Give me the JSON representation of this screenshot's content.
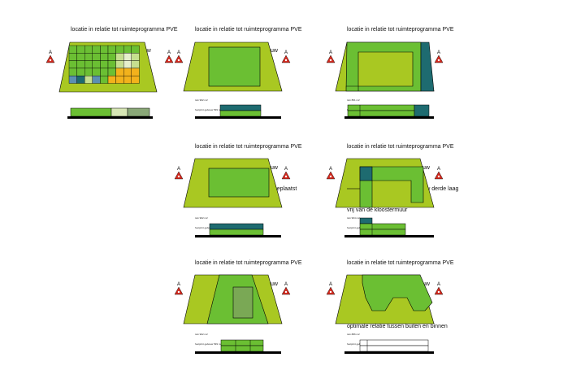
{
  "colors": {
    "site": "#a9c822",
    "building": "#6bbf33",
    "dark_teal": "#1e6b70",
    "light_green": "#c6df8f",
    "pale": "#e6efcc",
    "blue": "#5b8fb2",
    "gold": "#f2b21c",
    "gray_green": "#8aa878",
    "arrow": "#d42a1f",
    "line": "#000000"
  },
  "section_marker_letter": "A",
  "panels": [
    {
      "id": "panel-1",
      "title_lines": [
        "locatie in relatie tot ruimteprogramma PVE",
        "en tuin in een een laagsgebouw"
      ],
      "caption_lines": []
    },
    {
      "id": "panel-2",
      "title_lines": [
        "locatie in relatie tot ruimteprogramma PVE",
        "en tuin in een twee laagsgebouw"
      ],
      "caption_lines": [
        "tuin 902 m2",
        "footprint gebouw 539 m2"
      ]
    },
    {
      "id": "panel-3",
      "title_lines": [
        "locatie in relatie tot ruimteprogramma PVE",
        "en tuin in een twee laagsgebouw",
        "Kloostergang model"
      ],
      "caption_lines": [
        "tuin 801 m2",
        "footprint gebouw 646 m2"
      ]
    },
    {
      "id": "panel-4",
      "title_lines": [
        "locatie in relatie tot ruimteprogramma PVE",
        "en tuin in een twee laagsgebouw",
        "variant rechthoek vrij in de tuin geplaatst"
      ],
      "caption_lines": [
        "tuin 902 m2",
        "footprint gebouw 539 m2"
      ]
    },
    {
      "id": "panel-5",
      "title_lines": [
        "locatie in relatie tot ruimteprogramma PVE",
        "en tuin in een twee laagsgebouw",
        "Kloostergang model met opbouw derde laag",
        "vrij van de kloostermuur"
      ],
      "caption_lines": [
        "tuin 904 m2",
        "footprint gebouw 479 m2"
      ]
    },
    {
      "id": "panel-6",
      "title_lines": [
        "locatie in relatie tot ruimteprogramma PVE",
        "en tuin in een twee laagsgebouw",
        "variant hybride"
      ],
      "caption_lines": [
        "tuin 902 m2",
        "footprint gebouw 539 m2"
      ]
    },
    {
      "id": "panel-7",
      "title_lines": [
        "locatie in relatie tot ruimteprogramma PVE",
        "en tuin in een twee laagsgebouw",
        "variant vrije vorm voor",
        "optimale relatie tussen buiten en binnen"
      ],
      "caption_lines": [
        "tuin 886 m2",
        "footprint gebouw 563 m2"
      ]
    }
  ]
}
